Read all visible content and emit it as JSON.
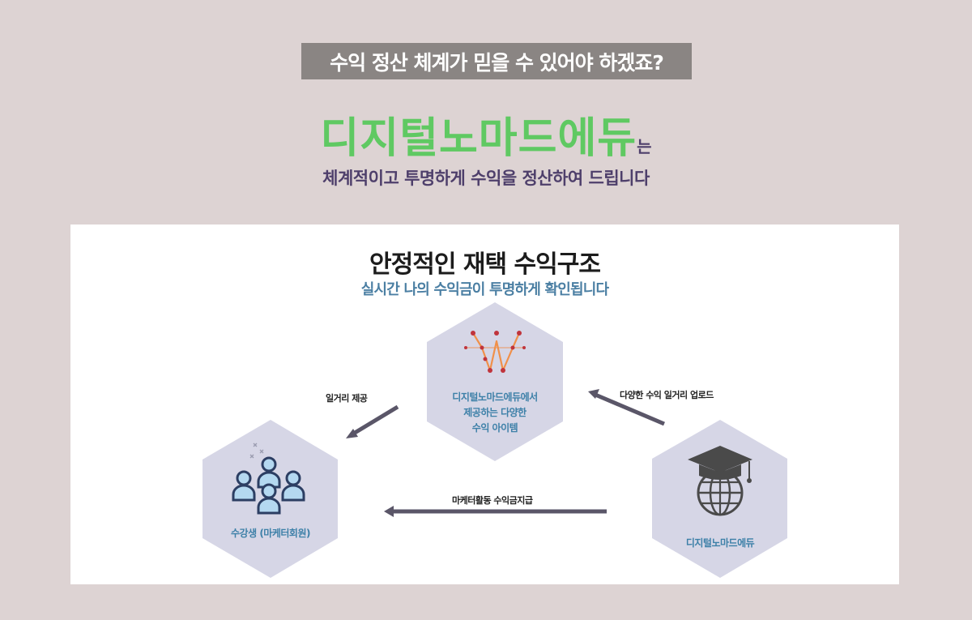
{
  "header": {
    "badge": "수익 정산 체계가 믿을 수 있어야 하겠죠?",
    "brand": "디지털노마드에듀",
    "brand_suffix": "는",
    "subline": "체계적이고 투명하게 수익을 정산하여 드립니다"
  },
  "panel": {
    "title": "안정적인 재택 수익구조",
    "subtitle": "실시간 나의 수익금이 투명하게 확인됩니다"
  },
  "diagram": {
    "nodes": {
      "top": {
        "lines": [
          "디지털노마드에듀에서",
          "제공하는 다양한",
          "수익 아이템"
        ],
        "icon": "stars-w-logo-icon"
      },
      "left": {
        "label": "수강생 (마케터회원)",
        "icon": "people-group-icon"
      },
      "right": {
        "label": "디지털노마드에듀",
        "icon": "graduation-globe-icon"
      }
    },
    "flows": {
      "top_to_left": "일거리 제공",
      "right_to_top": "다양한 수익 일거리 업로드",
      "right_to_left": "마케터활동 수익금지급"
    }
  },
  "colors": {
    "page_bg": "#ddd3d3",
    "badge_bg": "#8a8583",
    "brand_green": "#5fc962",
    "headline_purple": "#4e3f6b",
    "hex_fill": "#d6d6e6",
    "arrow": "#5a5668",
    "node_text": "#3d80a8"
  }
}
